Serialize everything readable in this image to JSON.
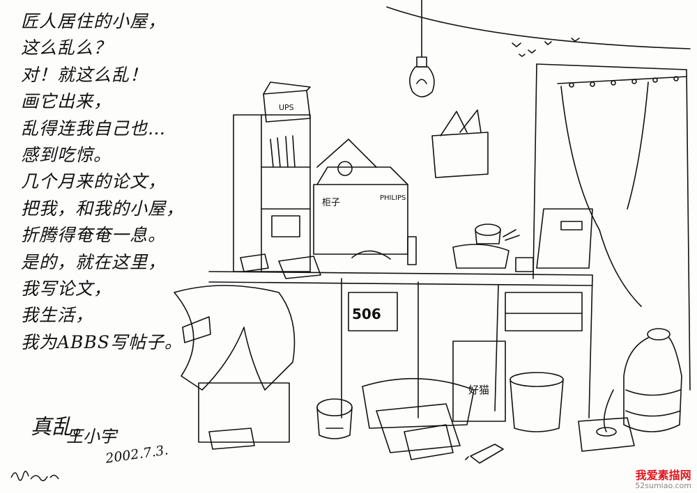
{
  "poem": [
    "匠人居住的小屋，",
    "这么乱么？",
    "对！就这么乱！",
    "画它出来，",
    "乱得连我自己也…",
    "感到吃惊。",
    "几个月来的论文，",
    "把我，和我的小屋，",
    "折腾得奄奄一息。",
    "是的，就在这里，",
    "我写论文，",
    "我生活，",
    "我为ABBS写帖子。"
  ],
  "signature": {
    "remark": "真乱。",
    "author": "王小宇",
    "date": "2002.7.3."
  },
  "sketch_labels": {
    "box_ups": "UPS",
    "box_philips": "PHILIPS",
    "box_chinese": "柜子",
    "cabinet_number": "506",
    "cat_box": "好猫"
  },
  "watermark": {
    "site_name": "我爱素描网",
    "url": "52sumiao.com",
    "color": "#e0161f"
  }
}
